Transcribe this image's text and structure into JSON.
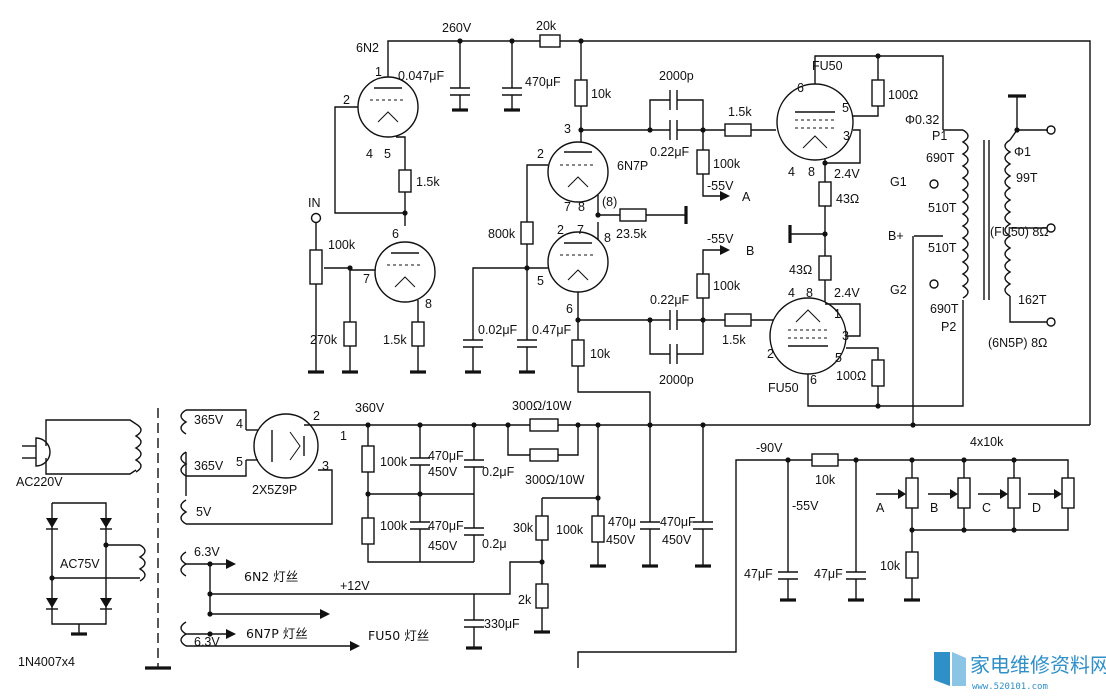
{
  "title": "",
  "tubes": {
    "v1": "6N2",
    "v2": "6N7P",
    "v3": "FU50",
    "v4": "FU50",
    "rect": "2X5Z9P"
  },
  "pins": [
    "1",
    "2",
    "4",
    "5",
    "6",
    "7",
    "8",
    "3",
    "2",
    "7",
    "8",
    "(8)",
    "2",
    "7",
    "8",
    "5",
    "6",
    "6",
    "5",
    "3",
    "4",
    "8",
    "4",
    "8",
    "1",
    "3",
    "2",
    "5",
    "6",
    "2",
    "4",
    "5",
    "3",
    "1"
  ],
  "voltages": {
    "b260": "260V",
    "b360": "360V",
    "neg55a": "-55V",
    "neg55b": "-55V",
    "neg55c": "-55V",
    "neg90": "-90V",
    "v24a": "2.4V",
    "v24b": "2.4V",
    "p12": "+12V",
    "s365a": "365V",
    "s365b": "365V",
    "s5v": "5V",
    "s63a": "6.3V",
    "s63b": "6.3V",
    "ac220": "AC220V",
    "ac75": "AC75V"
  },
  "resistors": {
    "r20k": "20k",
    "r10k_a": "10k",
    "r1k5_a": "1.5k",
    "r1k5_b": "1.5k",
    "r1k5_c": "1.5k",
    "r1k5_d": "1.5k",
    "r100k_vol": "100k",
    "r270k": "270k",
    "r800k": "800k",
    "r23k5": "23.5k",
    "r100k_a": "100k",
    "r100k_b": "100k",
    "r10k_b": "10k",
    "r100_a": "100Ω",
    "r100_b": "100Ω",
    "r43_a": "43Ω",
    "r43_b": "43Ω",
    "r100k_c": "100k",
    "r100k_d": "100k",
    "r300a": "300Ω/10W",
    "r300b": "300Ω/10W",
    "r30k": "30k",
    "r100k_e": "100k",
    "r2k": "2k",
    "r10k_c": "10k",
    "r10k_d": "10k",
    "r4x10k": "4x10k"
  },
  "capacitors": {
    "c047": "0.047μF",
    "c470": "470μF",
    "c2000a": "2000p",
    "c2000b": "2000p",
    "c022a": "0.22μF",
    "c022b": "0.22μF",
    "c002": "0.02μF",
    "c047b": "0.47μF",
    "c470_450a": "470μF",
    "c450a": "450V",
    "c470_450b": "470μF",
    "c450b": "450V",
    "c02a": "0.2μF",
    "c02b": "0.2μ",
    "c470c": "470μ",
    "c450c": "450V",
    "c470d": "470μF",
    "c450d": "450V",
    "c330": "330μF",
    "c47a": "47μF",
    "c47b": "47μF"
  },
  "transformer": {
    "wire1": "Φ0.32",
    "p1": "P1",
    "t690a": "690T",
    "g1": "G1",
    "t510a": "510T",
    "bplus": "B+",
    "t510b": "510T",
    "g2": "G2",
    "t690b": "690T",
    "p2": "P2",
    "wire2": "Φ1",
    "t99": "99T",
    "fu50_8": "(FU50) 8Ω",
    "t162": "162T",
    "n5p_8": "(6N5P) 8Ω"
  },
  "labels": {
    "in": "IN",
    "a": "A",
    "b": "B",
    "pa": "A",
    "pb": "B",
    "pc": "C",
    "pd": "D",
    "diodes": "1N4007x4",
    "fil1": "6N2 灯丝",
    "fil2": "6N7P 灯丝",
    "fil3": "FU50 灯丝"
  },
  "watermark": {
    "cn": "家电维修资料网",
    "url": "www.520101.com"
  }
}
